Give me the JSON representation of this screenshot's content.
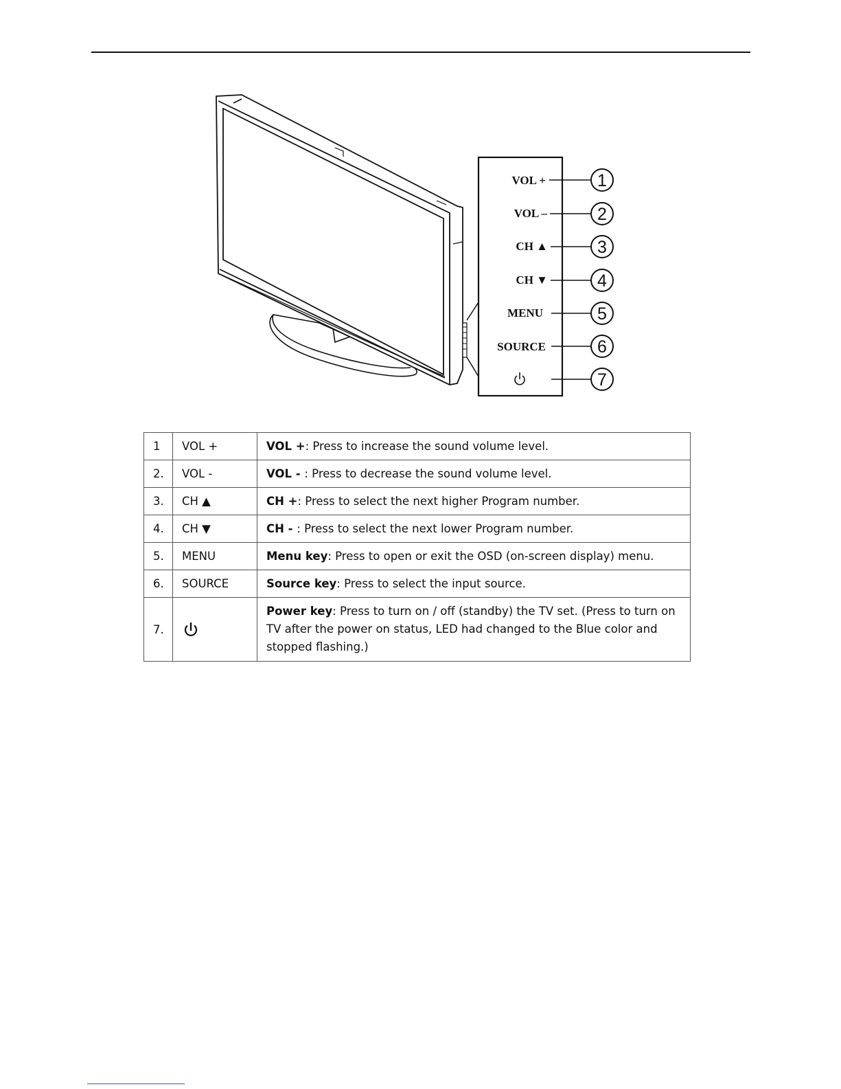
{
  "figure": {
    "buttons": [
      {
        "id": 1,
        "label": "VOL +"
      },
      {
        "id": 2,
        "label": "VOL –"
      },
      {
        "id": 3,
        "label": "CH ▲"
      },
      {
        "id": 4,
        "label": "CH ▼"
      },
      {
        "id": 5,
        "label": "MENU"
      },
      {
        "id": 6,
        "label": "SOURCE"
      },
      {
        "id": 7,
        "label": "",
        "icon": "power-icon"
      }
    ]
  },
  "table": {
    "rows": [
      {
        "num": "1",
        "key": "VOL +",
        "key_icon": "",
        "term": "VOL +",
        "desc": ": Press to increase the sound volume level."
      },
      {
        "num": "2.",
        "key": "VOL -",
        "key_icon": "",
        "term": "VOL - ",
        "desc": ": Press to decrease the sound volume level."
      },
      {
        "num": "3.",
        "key": "CH ▲",
        "key_icon": "",
        "term": "CH +",
        "desc": ": Press to select the next higher Program number."
      },
      {
        "num": "4.",
        "key": "CH ▼",
        "key_icon": "",
        "term": "CH - ",
        "desc": ": Press to select the next lower Program number."
      },
      {
        "num": "5.",
        "key": "MENU",
        "key_icon": "",
        "term": "Menu key",
        "desc": ": Press to open or exit the OSD (on-screen display) menu."
      },
      {
        "num": "6.",
        "key": "SOURCE",
        "key_icon": "",
        "term": "Source key",
        "desc": ": Press to select the input source."
      },
      {
        "num": "7.",
        "key": "",
        "key_icon": "power-icon",
        "term": "Power key",
        "desc": ": Press to turn on / off (standby) the TV set. (Press to turn on TV after the power on status, LED had changed to the Blue color and stopped flashing.)"
      }
    ]
  },
  "colors": {
    "text": "#111111",
    "rule": "#111111",
    "link_underline": "#3355cc"
  }
}
